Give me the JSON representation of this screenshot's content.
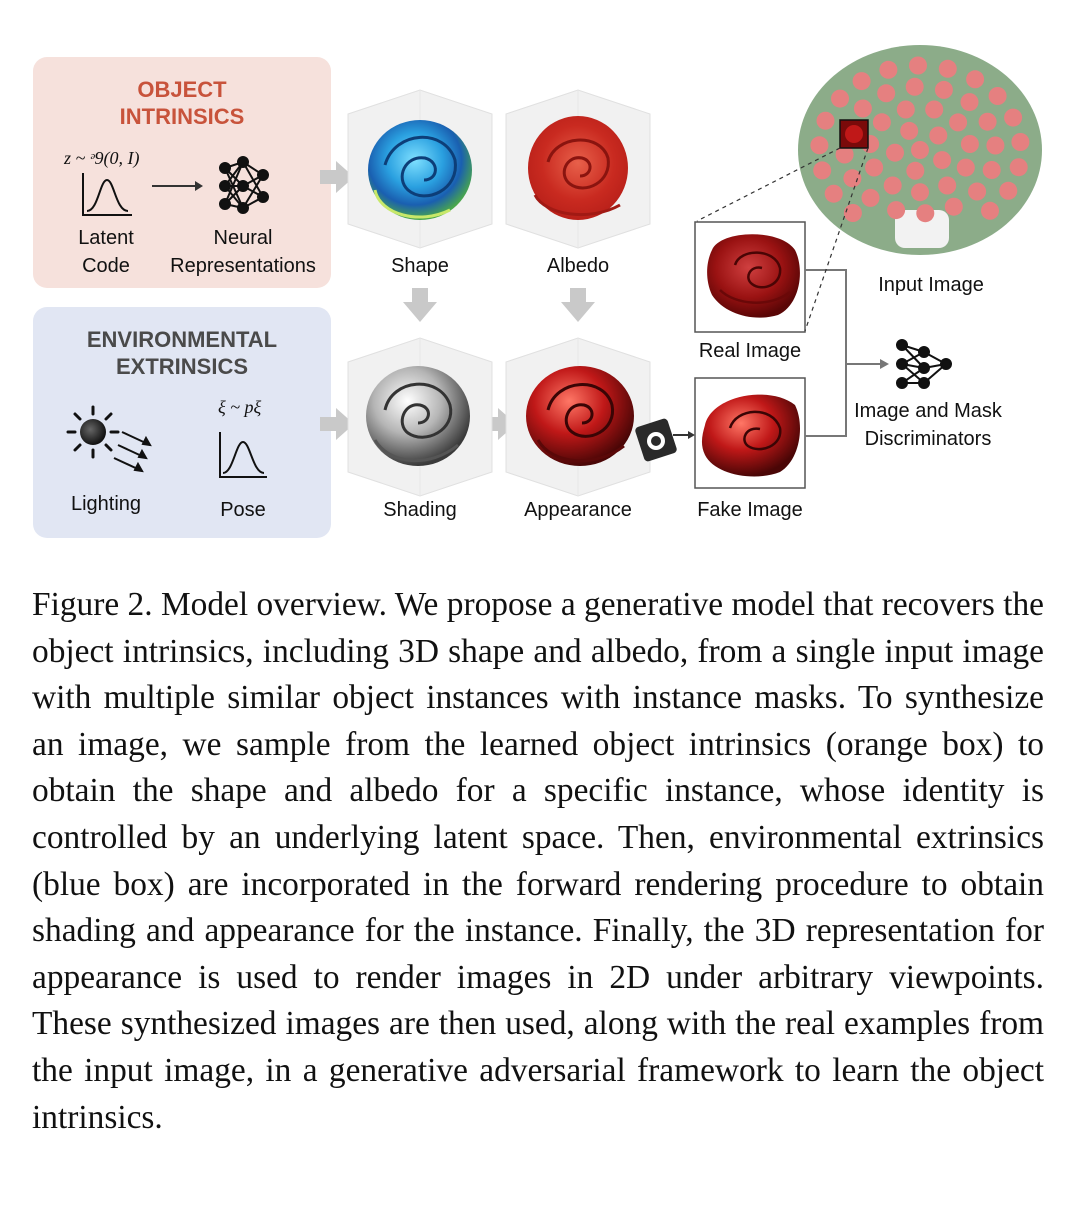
{
  "diagram": {
    "object_intrinsics": {
      "title_line1": "OBJECT",
      "title_line2": "INTRINSICS",
      "latent_formula": "z ~ ᵊ9(0, I)",
      "latent_label_line1": "Latent",
      "latent_label_line2": "Code",
      "neural_label_line1": "Neural",
      "neural_label_line2": "Representations"
    },
    "environmental_extrinsics": {
      "title_line1": "ENVIRONMENTAL",
      "title_line2": "EXTRINSICS",
      "pose_formula": "ξ ~ pξ",
      "lighting_label": "Lighting",
      "pose_label": "Pose"
    },
    "stages": {
      "shape": "Shape",
      "albedo": "Albedo",
      "shading": "Shading",
      "appearance": "Appearance"
    },
    "images": {
      "real": "Real Image",
      "fake": "Fake Image",
      "input": "Input Image"
    },
    "discriminator_line1": "Image and Mask",
    "discriminator_line2": "Discriminators"
  },
  "caption": "Figure 2.  Model overview.  We propose a generative model that recovers the object intrinsics, including 3D shape and albedo, from a single input image with multiple similar object instances with in­stance masks. To synthesize an image, we sample from the learned object intrinsics (orange box) to obtain the shape and albedo for a specific instance, whose identity is controlled by an underlying latent space. Then, environmental extrinsics (blue box) are incor­porated in the forward rendering procedure to obtain shading and appearance for the instance. Finally, the 3D representation for ap­pearance is used to render images in 2D under arbitrary viewpoints. These synthesized images are then used, along with the real exam­ples from the input image, in a generative adversarial framework to learn the object intrinsics."
}
